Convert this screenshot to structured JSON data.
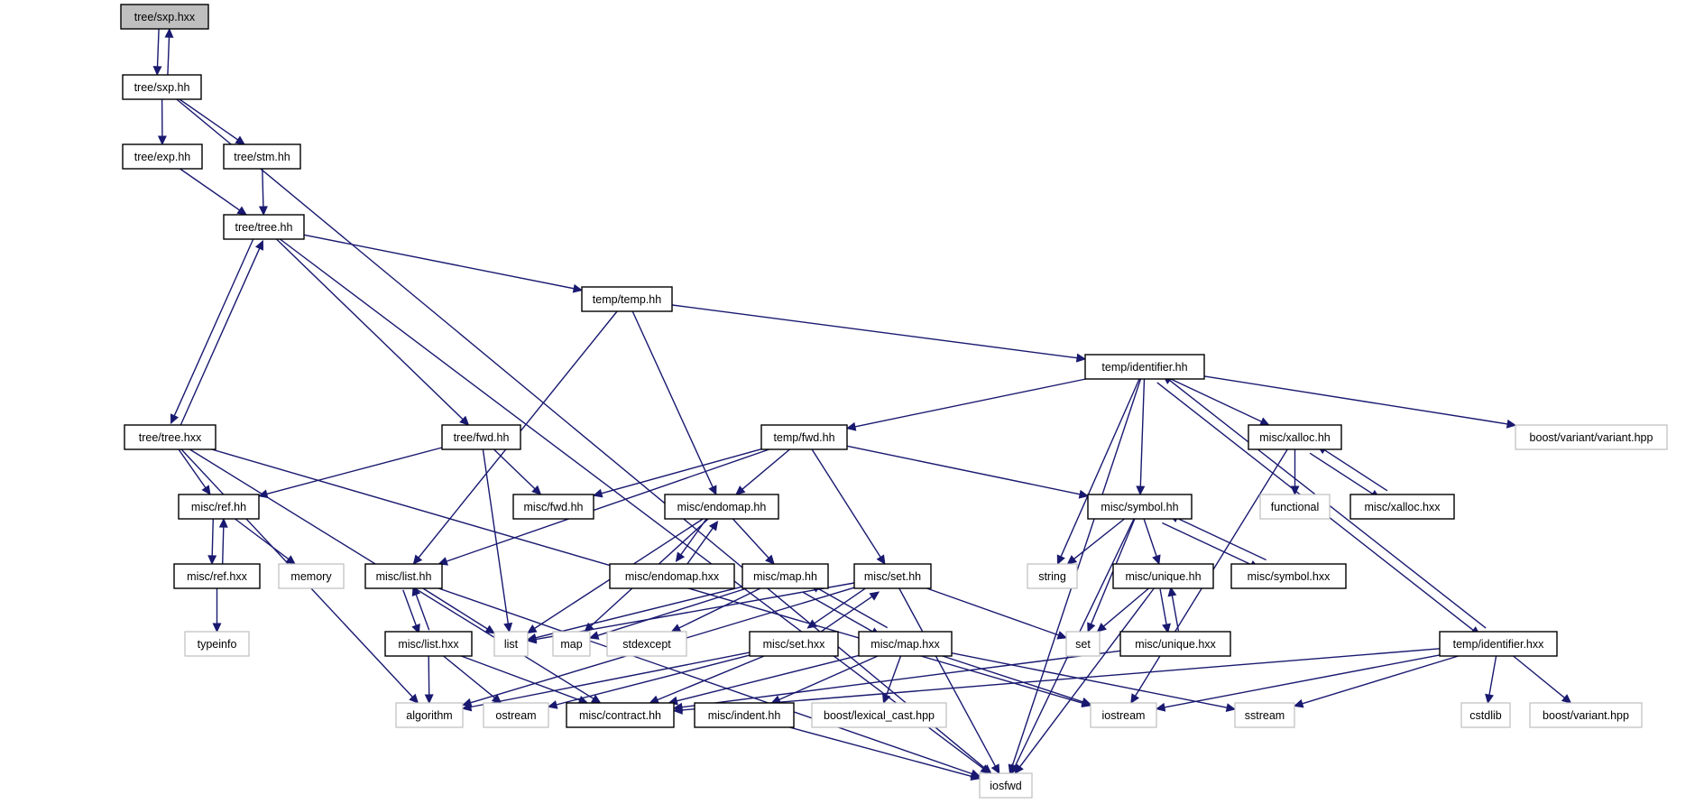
{
  "diagram": {
    "title": "",
    "nodes": [
      {
        "id": "tree_sxp_hxx",
        "label": "tree/sxp.hxx",
        "kind": "current"
      },
      {
        "id": "tree_sxp_hh",
        "label": "tree/sxp.hh",
        "kind": "file"
      },
      {
        "id": "tree_exp_hh",
        "label": "tree/exp.hh",
        "kind": "file"
      },
      {
        "id": "tree_stm_hh",
        "label": "tree/stm.hh",
        "kind": "file"
      },
      {
        "id": "tree_tree_hh",
        "label": "tree/tree.hh",
        "kind": "file"
      },
      {
        "id": "temp_temp_hh",
        "label": "temp/temp.hh",
        "kind": "file"
      },
      {
        "id": "temp_identifier_hh",
        "label": "temp/identifier.hh",
        "kind": "file"
      },
      {
        "id": "tree_tree_hxx",
        "label": "tree/tree.hxx",
        "kind": "file"
      },
      {
        "id": "tree_fwd_hh",
        "label": "tree/fwd.hh",
        "kind": "file"
      },
      {
        "id": "temp_fwd_hh",
        "label": "temp/fwd.hh",
        "kind": "file"
      },
      {
        "id": "misc_xalloc_hh",
        "label": "misc/xalloc.hh",
        "kind": "file"
      },
      {
        "id": "boost_variant_variant_hpp",
        "label": "boost/variant/variant.hpp",
        "kind": "external"
      },
      {
        "id": "misc_ref_hh",
        "label": "misc/ref.hh",
        "kind": "file"
      },
      {
        "id": "misc_fwd_hh",
        "label": "misc/fwd.hh",
        "kind": "file"
      },
      {
        "id": "misc_endomap_hh",
        "label": "misc/endomap.hh",
        "kind": "file"
      },
      {
        "id": "misc_symbol_hh",
        "label": "misc/symbol.hh",
        "kind": "file"
      },
      {
        "id": "functional",
        "label": "functional",
        "kind": "external"
      },
      {
        "id": "misc_xalloc_hxx",
        "label": "misc/xalloc.hxx",
        "kind": "file"
      },
      {
        "id": "misc_ref_hxx",
        "label": "misc/ref.hxx",
        "kind": "file"
      },
      {
        "id": "memory",
        "label": "memory",
        "kind": "external"
      },
      {
        "id": "misc_list_hh",
        "label": "misc/list.hh",
        "kind": "file"
      },
      {
        "id": "misc_endomap_hxx",
        "label": "misc/endomap.hxx",
        "kind": "file"
      },
      {
        "id": "misc_map_hh",
        "label": "misc/map.hh",
        "kind": "file"
      },
      {
        "id": "misc_set_hh",
        "label": "misc/set.hh",
        "kind": "file"
      },
      {
        "id": "string",
        "label": "string",
        "kind": "external"
      },
      {
        "id": "misc_unique_hh",
        "label": "misc/unique.hh",
        "kind": "file"
      },
      {
        "id": "misc_symbol_hxx",
        "label": "misc/symbol.hxx",
        "kind": "file"
      },
      {
        "id": "typeinfo",
        "label": "typeinfo",
        "kind": "external"
      },
      {
        "id": "misc_list_hxx",
        "label": "misc/list.hxx",
        "kind": "file"
      },
      {
        "id": "list",
        "label": "list",
        "kind": "external"
      },
      {
        "id": "map",
        "label": "map",
        "kind": "external"
      },
      {
        "id": "stdexcept",
        "label": "stdexcept",
        "kind": "external"
      },
      {
        "id": "misc_set_hxx",
        "label": "misc/set.hxx",
        "kind": "file"
      },
      {
        "id": "misc_map_hxx",
        "label": "misc/map.hxx",
        "kind": "file"
      },
      {
        "id": "set",
        "label": "set",
        "kind": "external"
      },
      {
        "id": "misc_unique_hxx",
        "label": "misc/unique.hxx",
        "kind": "file"
      },
      {
        "id": "temp_identifier_hxx",
        "label": "temp/identifier.hxx",
        "kind": "file"
      },
      {
        "id": "algorithm",
        "label": "algorithm",
        "kind": "external"
      },
      {
        "id": "ostream",
        "label": "ostream",
        "kind": "external"
      },
      {
        "id": "misc_contract_hh",
        "label": "misc/contract.hh",
        "kind": "file"
      },
      {
        "id": "misc_indent_hh",
        "label": "misc/indent.hh",
        "kind": "file"
      },
      {
        "id": "boost_lexical_cast_hpp",
        "label": "boost/lexical_cast.hpp",
        "kind": "external"
      },
      {
        "id": "iostream",
        "label": "iostream",
        "kind": "external"
      },
      {
        "id": "sstream",
        "label": "sstream",
        "kind": "external"
      },
      {
        "id": "cstdlib",
        "label": "cstdlib",
        "kind": "external"
      },
      {
        "id": "boost_variant_hpp",
        "label": "boost/variant.hpp",
        "kind": "external"
      },
      {
        "id": "iosfwd",
        "label": "iosfwd",
        "kind": "external"
      }
    ],
    "edges": [
      [
        "tree_sxp_hxx",
        "tree_sxp_hh"
      ],
      [
        "tree_sxp_hh",
        "tree_sxp_hxx"
      ],
      [
        "tree_sxp_hh",
        "tree_exp_hh"
      ],
      [
        "tree_sxp_hh",
        "tree_stm_hh"
      ],
      [
        "tree_sxp_hh",
        "iosfwd"
      ],
      [
        "tree_exp_hh",
        "tree_tree_hh"
      ],
      [
        "tree_stm_hh",
        "tree_tree_hh"
      ],
      [
        "tree_tree_hh",
        "temp_temp_hh"
      ],
      [
        "tree_tree_hh",
        "tree_fwd_hh"
      ],
      [
        "tree_tree_hh",
        "tree_tree_hxx"
      ],
      [
        "tree_tree_hh",
        "iosfwd"
      ],
      [
        "tree_tree_hxx",
        "tree_tree_hh"
      ],
      [
        "tree_tree_hxx",
        "misc_ref_hh"
      ],
      [
        "tree_tree_hxx",
        "algorithm"
      ],
      [
        "tree_tree_hxx",
        "misc_contract_hh"
      ],
      [
        "tree_tree_hxx",
        "iostream"
      ],
      [
        "temp_temp_hh",
        "temp_identifier_hh"
      ],
      [
        "temp_temp_hh",
        "misc_list_hh"
      ],
      [
        "temp_temp_hh",
        "misc_endomap_hh"
      ],
      [
        "temp_identifier_hh",
        "temp_fwd_hh"
      ],
      [
        "temp_identifier_hh",
        "misc_xalloc_hh"
      ],
      [
        "temp_identifier_hh",
        "boost_variant_variant_hpp"
      ],
      [
        "temp_identifier_hh",
        "misc_symbol_hh"
      ],
      [
        "temp_identifier_hh",
        "string"
      ],
      [
        "temp_identifier_hh",
        "iosfwd"
      ],
      [
        "temp_identifier_hh",
        "temp_identifier_hxx"
      ],
      [
        "tree_fwd_hh",
        "misc_ref_hh"
      ],
      [
        "tree_fwd_hh",
        "misc_fwd_hh"
      ],
      [
        "tree_fwd_hh",
        "list"
      ],
      [
        "temp_fwd_hh",
        "misc_fwd_hh"
      ],
      [
        "temp_fwd_hh",
        "misc_endomap_hh"
      ],
      [
        "temp_fwd_hh",
        "misc_list_hh"
      ],
      [
        "temp_fwd_hh",
        "misc_set_hh"
      ],
      [
        "temp_fwd_hh",
        "misc_symbol_hh"
      ],
      [
        "misc_xalloc_hh",
        "functional"
      ],
      [
        "misc_xalloc_hh",
        "misc_xalloc_hxx"
      ],
      [
        "misc_xalloc_hh",
        "iostream"
      ],
      [
        "misc_xalloc_hxx",
        "misc_xalloc_hh"
      ],
      [
        "misc_ref_hh",
        "misc_ref_hxx"
      ],
      [
        "misc_ref_hh",
        "memory"
      ],
      [
        "misc_ref_hxx",
        "misc_ref_hh"
      ],
      [
        "misc_ref_hxx",
        "typeinfo"
      ],
      [
        "misc_endomap_hh",
        "misc_endomap_hxx"
      ],
      [
        "misc_endomap_hh",
        "misc_map_hh"
      ],
      [
        "misc_endomap_hh",
        "list"
      ],
      [
        "misc_endomap_hh",
        "map"
      ],
      [
        "misc_endomap_hxx",
        "misc_endomap_hh"
      ],
      [
        "misc_symbol_hh",
        "string"
      ],
      [
        "misc_symbol_hh",
        "set"
      ],
      [
        "misc_symbol_hh",
        "misc_unique_hh"
      ],
      [
        "misc_symbol_hh",
        "misc_symbol_hxx"
      ],
      [
        "misc_symbol_hh",
        "iosfwd"
      ],
      [
        "misc_symbol_hxx",
        "misc_symbol_hh"
      ],
      [
        "misc_list_hh",
        "misc_list_hxx"
      ],
      [
        "misc_list_hh",
        "list"
      ],
      [
        "misc_list_hh",
        "iosfwd"
      ],
      [
        "misc_list_hxx",
        "misc_list_hh"
      ],
      [
        "misc_list_hxx",
        "algorithm"
      ],
      [
        "misc_list_hxx",
        "ostream"
      ],
      [
        "misc_list_hxx",
        "misc_contract_hh"
      ],
      [
        "misc_map_hh",
        "list"
      ],
      [
        "misc_map_hh",
        "map"
      ],
      [
        "misc_map_hh",
        "stdexcept"
      ],
      [
        "misc_map_hh",
        "misc_map_hxx"
      ],
      [
        "misc_map_hxx",
        "misc_map_hh"
      ],
      [
        "misc_map_hxx",
        "misc_contract_hh"
      ],
      [
        "misc_map_hxx",
        "misc_indent_hh"
      ],
      [
        "misc_map_hxx",
        "boost_lexical_cast_hpp"
      ],
      [
        "misc_map_hxx",
        "iostream"
      ],
      [
        "misc_map_hxx",
        "sstream"
      ],
      [
        "misc_set_hh",
        "list"
      ],
      [
        "misc_set_hh",
        "misc_set_hxx"
      ],
      [
        "misc_set_hh",
        "set"
      ],
      [
        "misc_set_hh",
        "algorithm"
      ],
      [
        "misc_set_hh",
        "iosfwd"
      ],
      [
        "misc_set_hxx",
        "misc_set_hh"
      ],
      [
        "misc_set_hxx",
        "algorithm"
      ],
      [
        "misc_set_hxx",
        "ostream"
      ],
      [
        "misc_set_hxx",
        "misc_contract_hh"
      ],
      [
        "misc_unique_hh",
        "set"
      ],
      [
        "misc_unique_hh",
        "misc_unique_hxx"
      ],
      [
        "misc_unique_hh",
        "iosfwd"
      ],
      [
        "misc_unique_hxx",
        "misc_unique_hh"
      ],
      [
        "misc_unique_hxx",
        "misc_contract_hh"
      ],
      [
        "temp_identifier_hxx",
        "temp_identifier_hh"
      ],
      [
        "temp_identifier_hxx",
        "misc_contract_hh"
      ],
      [
        "temp_identifier_hxx",
        "iostream"
      ],
      [
        "temp_identifier_hxx",
        "sstream"
      ],
      [
        "temp_identifier_hxx",
        "cstdlib"
      ],
      [
        "temp_identifier_hxx",
        "boost_variant_hpp"
      ],
      [
        "misc_indent_hh",
        "iosfwd"
      ]
    ]
  }
}
